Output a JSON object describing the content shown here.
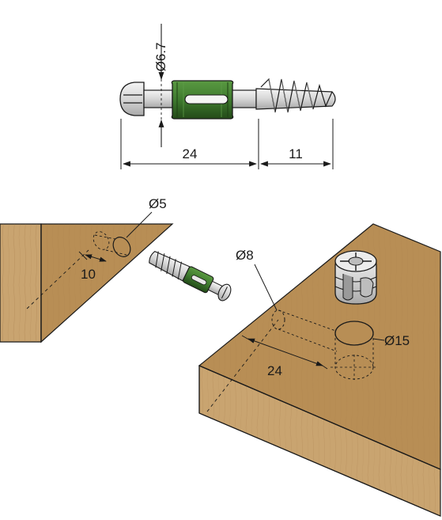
{
  "colors": {
    "wood_face": "#c9a470",
    "wood_top": "#b88e55",
    "wood_side": "#a87c46",
    "wood_grain": "#9c7040",
    "metal": "#d9d9d9",
    "metal_dark": "#8c8c8c",
    "sleeve": "#3e7a2e",
    "sleeve_dark": "#244d1a",
    "line": "#1a1a1a"
  },
  "top_drawing": {
    "diameter_label": "Ø6.7",
    "length_shaft": "24",
    "length_thread": "11"
  },
  "left_panel": {
    "hole_diameter": "Ø5",
    "hole_offset": "10"
  },
  "right_panel": {
    "bore_diameter": "Ø8",
    "bore_depth": "24",
    "cam_diameter": "Ø15"
  }
}
